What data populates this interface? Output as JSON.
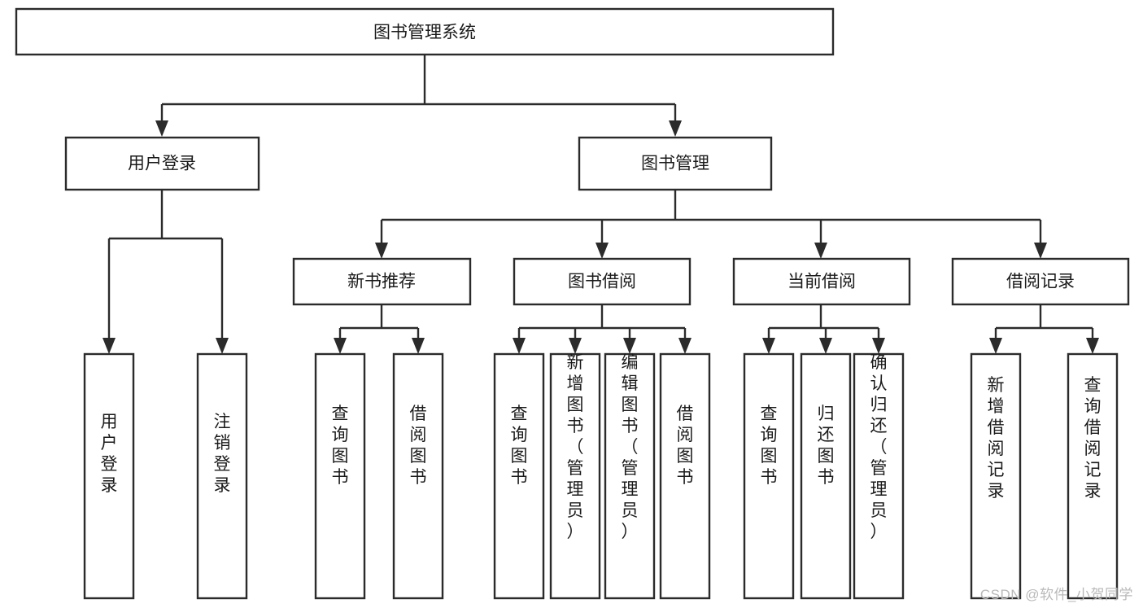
{
  "diagram": {
    "type": "tree-hierarchy",
    "title": "图书管理系统",
    "watermark": "CSDN @软件_小贺同学",
    "colors": {
      "box_stroke": "#2b2b2b",
      "box_fill": "#ffffff",
      "connector": "#2b2b2b",
      "text": "#1a1a1a",
      "watermark": "#b9b9b9",
      "background": "#ffffff"
    },
    "levels": {
      "root": {
        "label": "图书管理系统"
      },
      "level2": [
        {
          "label": "用户登录"
        },
        {
          "label": "图书管理"
        }
      ],
      "level3": [
        {
          "label": "新书推荐"
        },
        {
          "label": "图书借阅"
        },
        {
          "label": "当前借阅"
        },
        {
          "label": "借阅记录"
        }
      ],
      "leaves": {
        "user_login": [
          {
            "label": "用户登录"
          },
          {
            "label": "注销登录"
          }
        ],
        "new_book_recommend": [
          {
            "label": "查询图书"
          },
          {
            "label": "借阅图书"
          }
        ],
        "book_borrow": [
          {
            "label": "查询图书"
          },
          {
            "label": "新增图书（管理员）"
          },
          {
            "label": "编辑图书（管理员）"
          },
          {
            "label": "借阅图书"
          }
        ],
        "current_borrow": [
          {
            "label": "查询图书"
          },
          {
            "label": "归还图书"
          },
          {
            "label": "确认归还（管理员）"
          }
        ],
        "borrow_record": [
          {
            "label": "新增借阅记录"
          },
          {
            "label": "查询借阅记录"
          }
        ]
      }
    }
  }
}
